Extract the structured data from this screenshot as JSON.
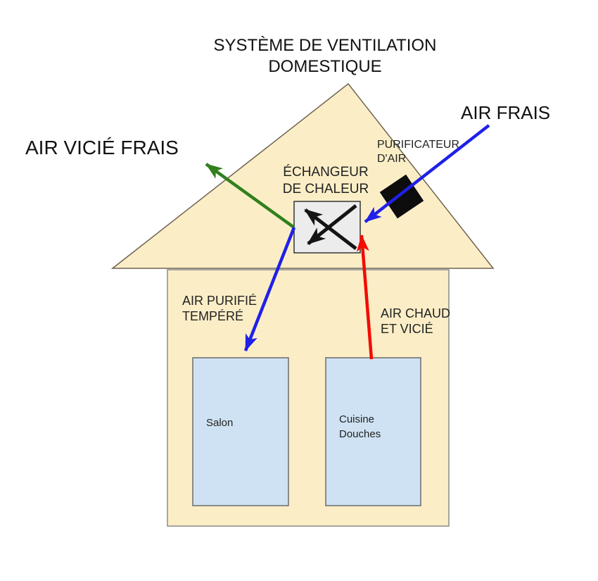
{
  "title": {
    "line1": "SYSTÈME DE VENTILATION",
    "line2": "DOMESTIQUE"
  },
  "labels": {
    "air_frais": "AIR FRAIS",
    "air_vicie_frais": "AIR VICIÉ FRAIS",
    "purificateur_line1": "PURIFICATEUR",
    "purificateur_line2": "D'AIR",
    "echangeur_line1": "ÉCHANGEUR",
    "echangeur_line2": "DE CHALEUR",
    "air_purifie_line1": "AIR PURIFIÉ",
    "air_purifie_line2": "TEMPÉRÉ",
    "air_chaud_line1": "AIR CHAUD",
    "air_chaud_line2": "ET VICIÉ"
  },
  "rooms": {
    "salon": "Salon",
    "cuisine_line1": "Cuisine",
    "cuisine_line2": "Douches"
  },
  "colors": {
    "house": "#fbeec7",
    "room": "#cfe2f3",
    "exchanger": "#ececec",
    "purifier": "#0d0d0d",
    "fresh_air": "#2020e8",
    "exhaust_air": "#31801c",
    "warm_air": "#f40b00",
    "cross_arrows": "#141414"
  }
}
